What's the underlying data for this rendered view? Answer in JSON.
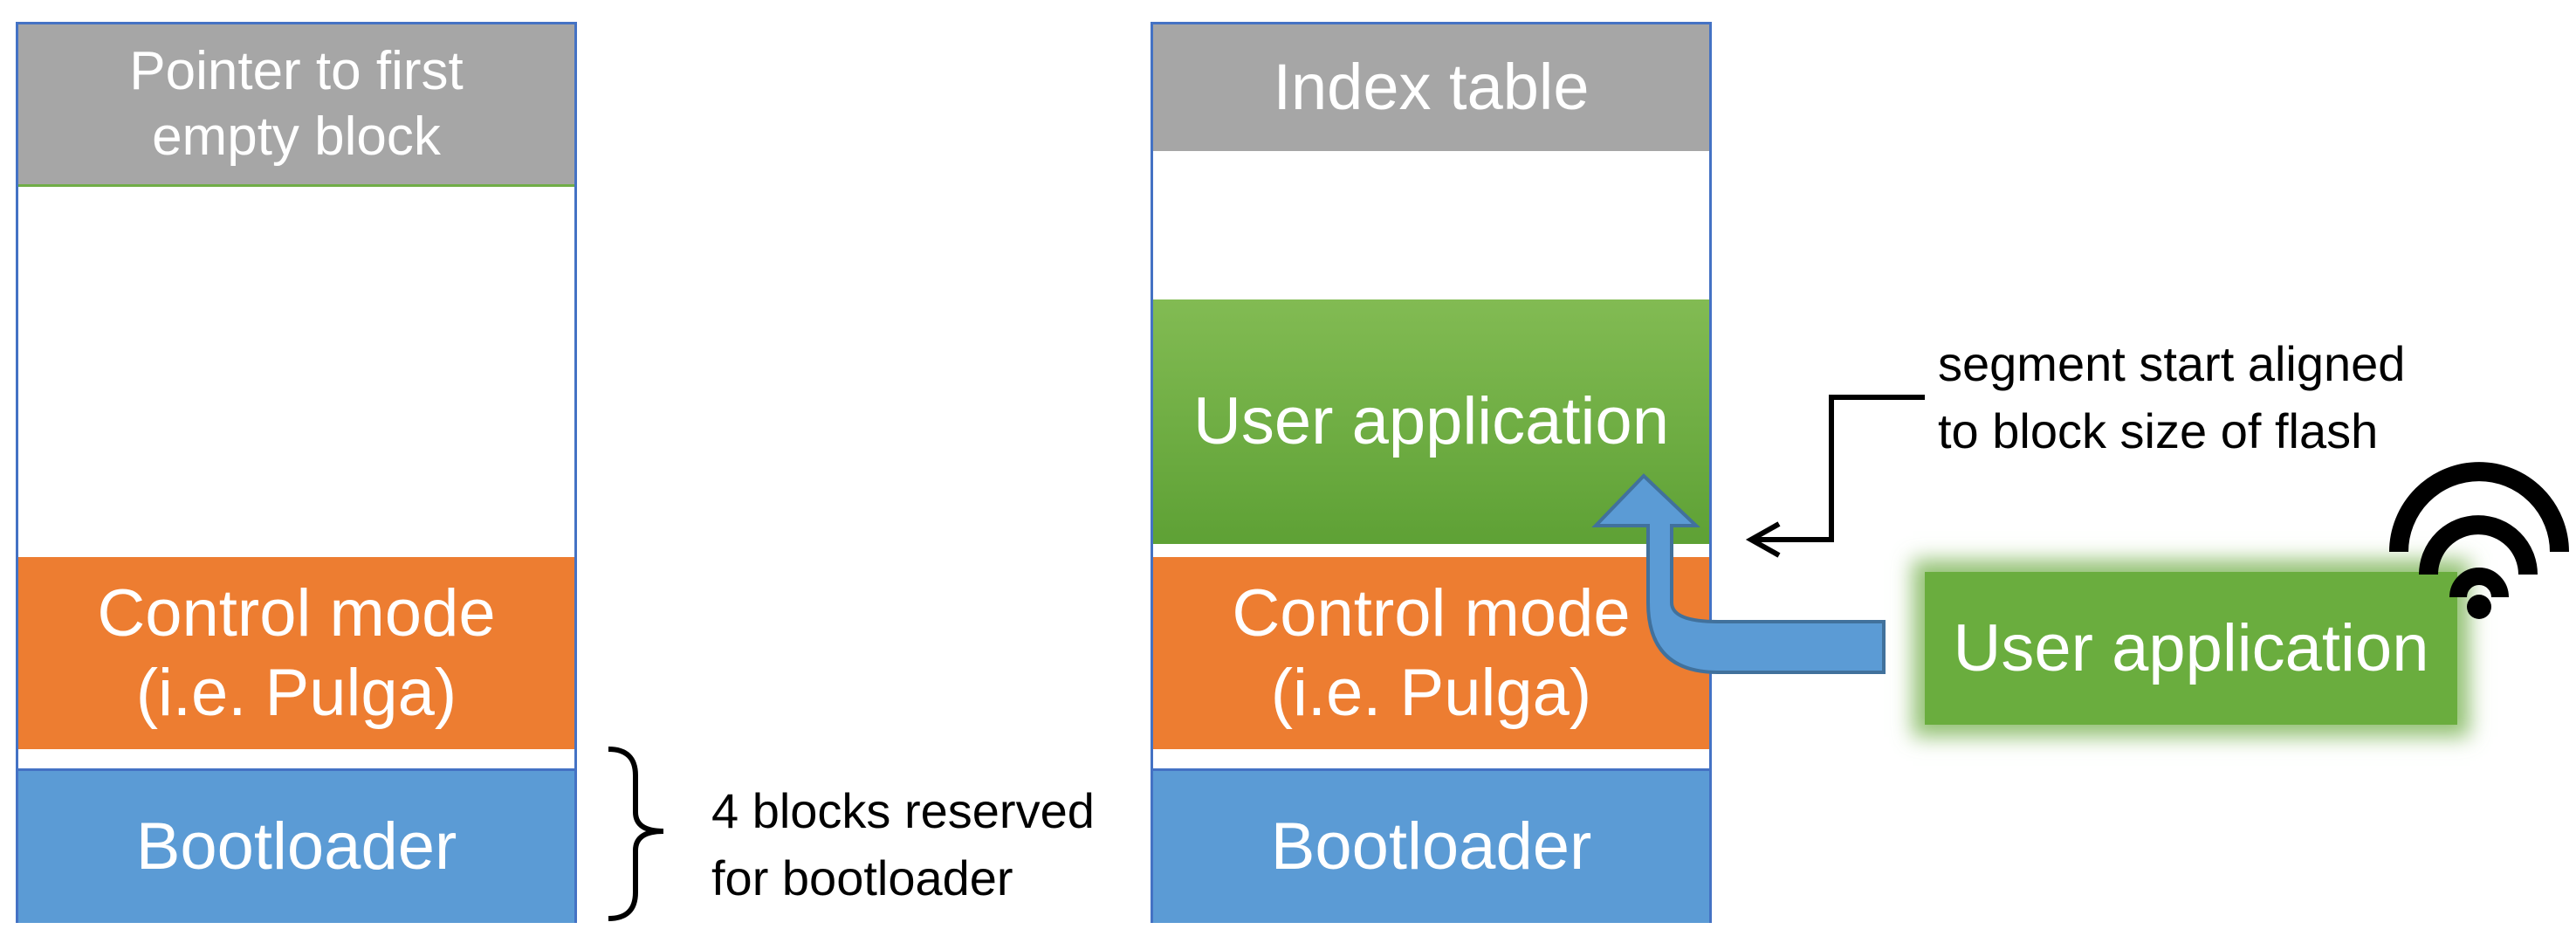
{
  "left_memory": {
    "top_label": "Pointer to first\nempty block",
    "control_label": "Control mode\n(i.e. Pulga)",
    "bootloader_label": "Bootloader"
  },
  "right_memory": {
    "top_label": "Index table",
    "app_label": "User application",
    "control_label": "Control mode\n(i.e. Pulga)",
    "bootloader_label": "Bootloader"
  },
  "annotations": {
    "reserved": "4 blocks reserved\nfor bootloader",
    "alignment": "segment start aligned\nto block size of flash"
  },
  "incoming_app": {
    "label": "User application",
    "icon": "wifi-icon"
  },
  "colors": {
    "outline": "#4472c4",
    "header_gray": "#a6a6a6",
    "control_orange": "#ed7d31",
    "bootloader_blue": "#5b9bd5",
    "app_green": "#70ad47",
    "arrow_blue": "#5b9bd5"
  }
}
